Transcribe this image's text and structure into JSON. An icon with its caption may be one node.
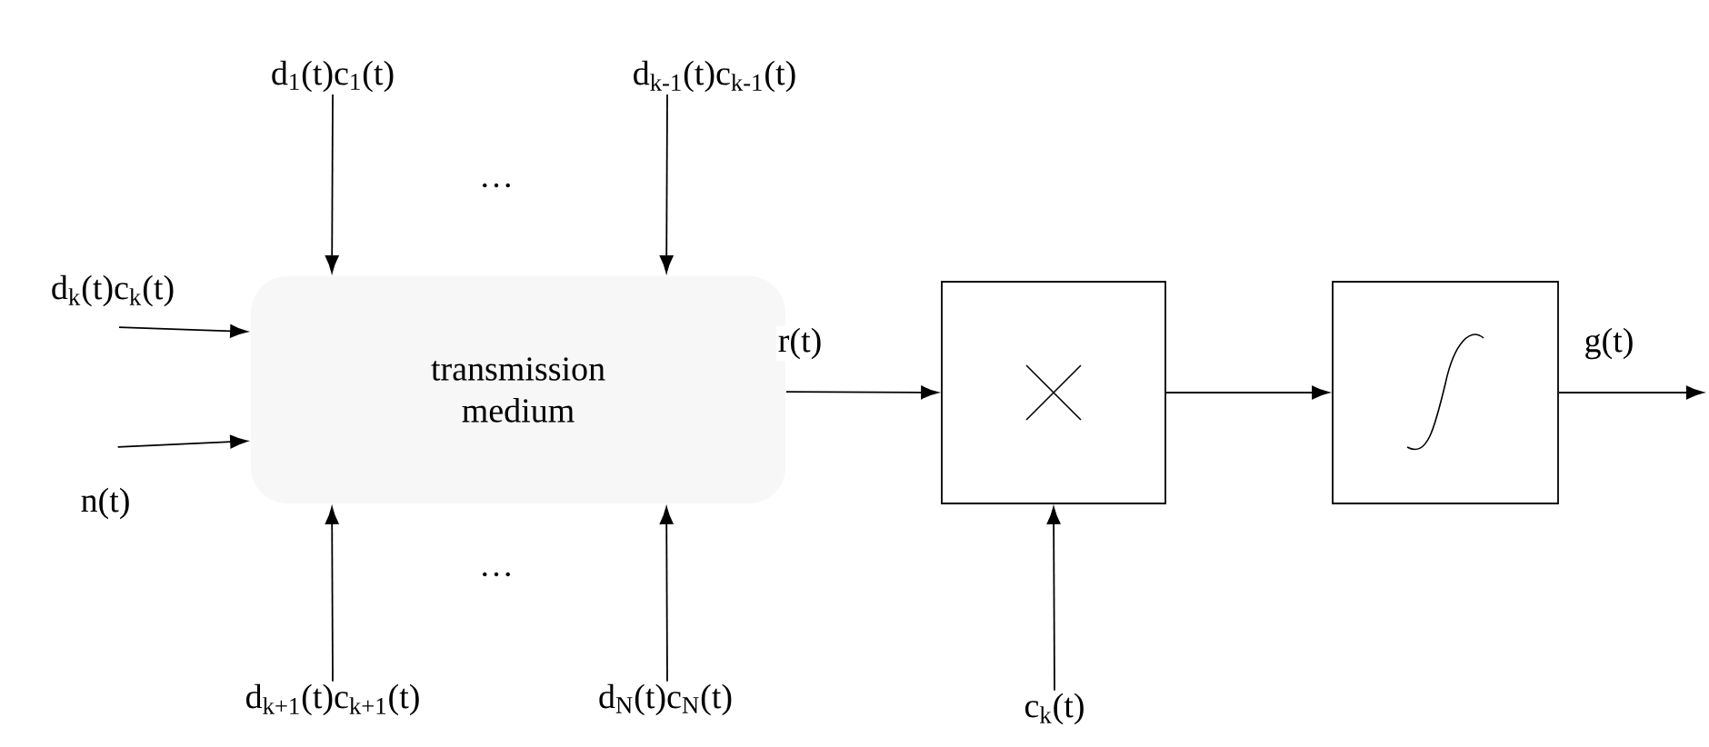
{
  "diagram": {
    "nodes": [
      {
        "text": [
          "transmission medium"
        ]
      },
      {
        "text": [
          "d$_{1}$(t)c$_{1}$(t)"
        ]
      },
      {
        "text": [
          "d$_{k-1}$(t)c$_{k-1}$(t)"
        ]
      },
      {
        "text": [
          "d$_{k}$(t)c$_{k}$(t)"
        ]
      },
      {
        "text": [
          "n(t)"
        ]
      },
      {
        "text": [
          "d$_{k+1}$(t)c$_{k+1}$(t)"
        ]
      },
      {
        "text": [
          "d$_{N}$(t)c$_{N}$(t)"
        ]
      },
      {
        "text": [],
        "shape": "box"
      },
      {
        "text": [],
        "shape": "box"
      },
      {
        "text": [
          "c$_{k}$(t)"
        ]
      }
    ],
    "edges": [
      {
        "from": 1,
        "to": 0,
        "arrow": "to"
      },
      {
        "from": 2,
        "to": 0,
        "arrow": "to"
      },
      {
        "from": 3,
        "to": 0,
        "arrow": "to"
      },
      {
        "from": 4,
        "to": 0,
        "arrow": "to"
      },
      {
        "from": 5,
        "to": 0,
        "arrow": "to"
      },
      {
        "from": 6,
        "to": 0,
        "arrow": "to"
      },
      {
        "from": 0,
        "to": 7,
        "arrow": "to",
        "label": "r(t)"
      },
      {
        "from": 7,
        "to": 8,
        "arrow": "to"
      },
      {
        "from": 8,
        "to": null,
        "arrow": "to",
        "label": "g(t)"
      },
      {
        "from": 9,
        "to": 7,
        "arrow": "to"
      }
    ],
    "labels": [
      "…",
      "…"
    ]
  }
}
